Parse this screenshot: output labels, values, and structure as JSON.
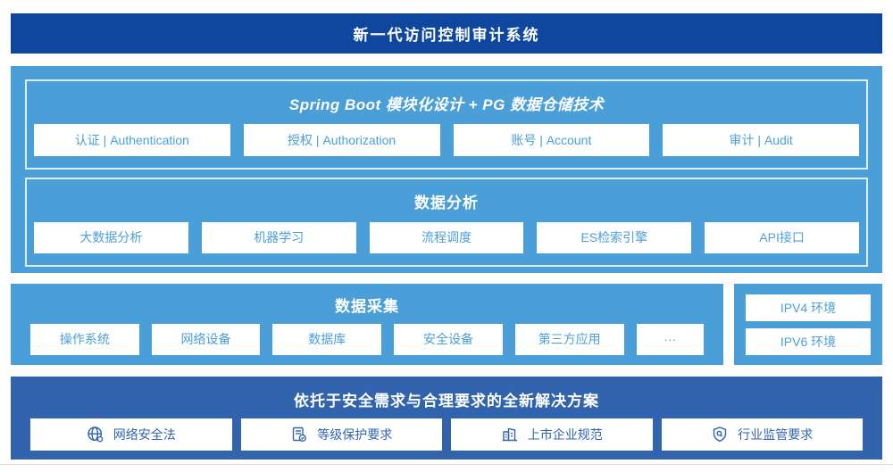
{
  "page": {
    "title": "新一代访问控制审计系统"
  },
  "platform": {
    "spring_section": {
      "title": "Spring Boot 模块化设计 + PG 数据仓储技术",
      "items": [
        {
          "label": "认证 | Authentication"
        },
        {
          "label": "授权 | Authorization"
        },
        {
          "label": "账号 | Account"
        },
        {
          "label": "审计 | Audit"
        }
      ]
    },
    "analysis_section": {
      "title": "数据分析",
      "items": [
        {
          "label": "大数据分析"
        },
        {
          "label": "机器学习"
        },
        {
          "label": "流程调度"
        },
        {
          "label": "ES检索引擎"
        },
        {
          "label": "API接口"
        }
      ]
    }
  },
  "collection": {
    "title": "数据采集",
    "items": [
      {
        "label": "操作系统"
      },
      {
        "label": "网络设备"
      },
      {
        "label": "数据库"
      },
      {
        "label": "安全设备"
      },
      {
        "label": "第三方应用"
      },
      {
        "label": "···"
      }
    ]
  },
  "environments": {
    "items": [
      {
        "label": "IPV4 环境"
      },
      {
        "label": "IPV6 环境"
      }
    ]
  },
  "solution": {
    "title": "依托于安全需求与合理要求的全新解决方案",
    "items": [
      {
        "icon": "globe-icon",
        "label": "网络安全法"
      },
      {
        "icon": "document-check-icon",
        "label": "等级保护要求"
      },
      {
        "icon": "buildings-icon",
        "label": "上市企业规范"
      },
      {
        "icon": "shield-search-icon",
        "label": "行业监管要求"
      }
    ]
  },
  "colors": {
    "banner_blue": "#10479E",
    "light_blue": "#4B9FD9",
    "solution_blue": "#3264AD",
    "cell_text_light": "#4B9FD9",
    "cell_text_dark": "#3264AD"
  }
}
